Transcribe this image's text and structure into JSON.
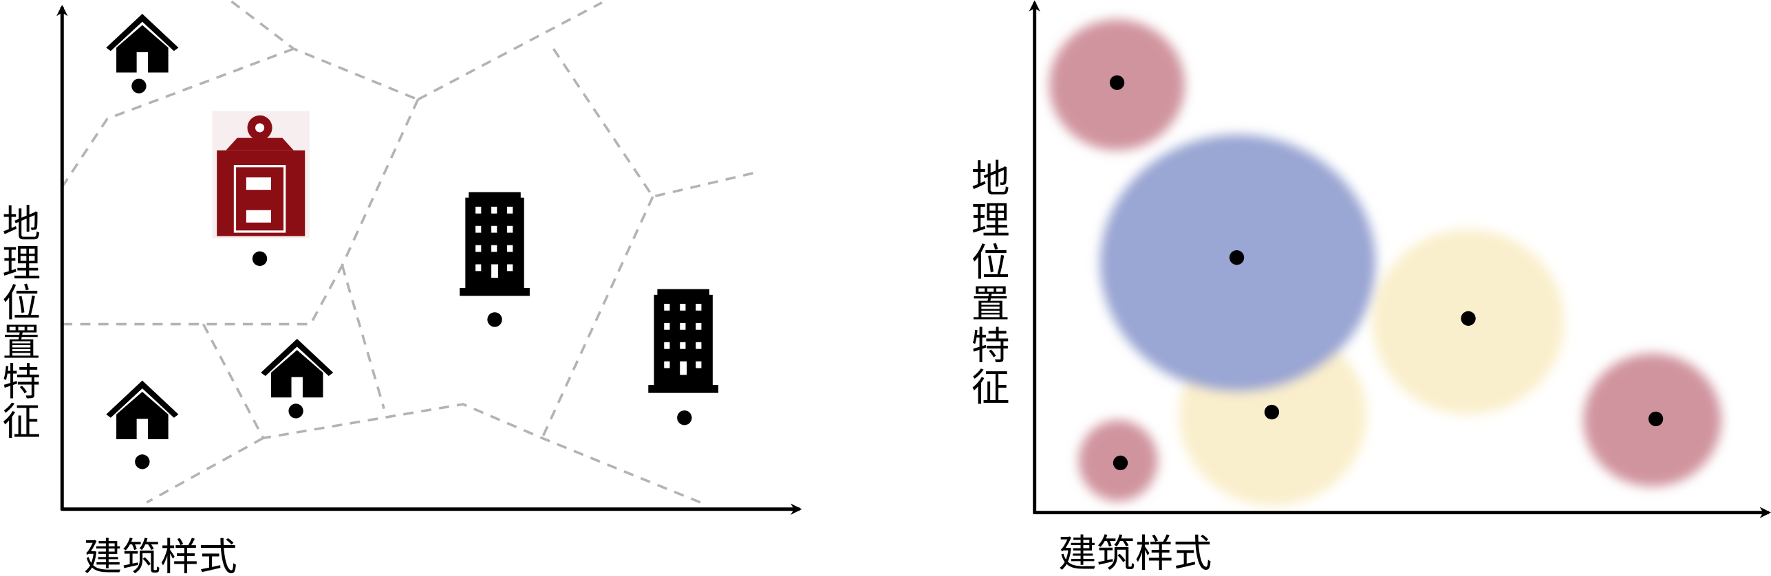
{
  "left_panel": {
    "x_axis_label": "建筑样式",
    "y_axis_label": [
      "地",
      "理",
      "位",
      "置",
      "特",
      "征"
    ],
    "icons": [
      "house-icon",
      "house-icon",
      "house-icon",
      "temple-icon",
      "office-building-icon",
      "office-building-icon"
    ]
  },
  "right_panel": {
    "x_axis_label": "建筑样式",
    "y_axis_label": [
      "地",
      "理",
      "位",
      "置",
      "特",
      "征"
    ],
    "colors": {
      "red": "#d0949f",
      "blue": "#9aa6d3",
      "yellow": "#faefcc"
    }
  }
}
